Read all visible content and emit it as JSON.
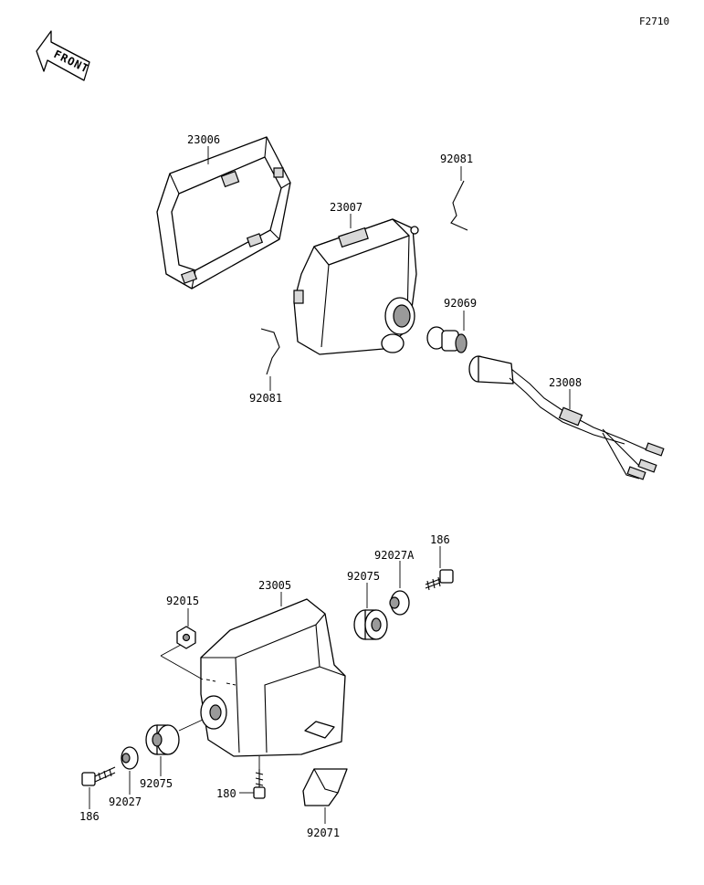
{
  "figure_code": "F2710",
  "front_arrow": {
    "text": "FRONT"
  },
  "labels": {
    "p23006": "23006",
    "p92081_top": "92081",
    "p23007": "23007",
    "p92069": "92069",
    "p92081_left": "92081",
    "p23008": "23008",
    "p186_top": "186",
    "p92027A": "92027A",
    "p92075_top": "92075",
    "p23005": "23005",
    "p92015": "92015",
    "p92075_bottom": "92075",
    "p92027": "92027",
    "p186_bottom": "186",
    "p180": "180",
    "p92071": "92071"
  }
}
